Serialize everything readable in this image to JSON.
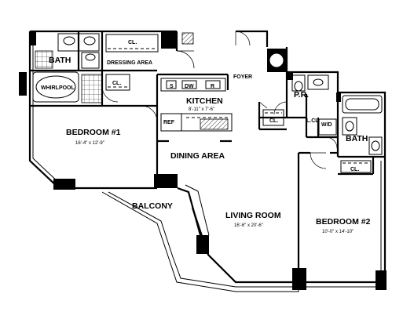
{
  "rooms": {
    "bath1": {
      "label": "BATH"
    },
    "whirlpool": {
      "label": "WHIRLPOOL"
    },
    "dressing": {
      "label": "DRESSING AREA"
    },
    "kitchen": {
      "label": "KITCHEN",
      "dims": "8'-11\" x 7'-6\""
    },
    "foyer": {
      "label": "FOYER"
    },
    "pr": {
      "label": "P.R."
    },
    "bedroom1": {
      "label": "BEDROOM #1",
      "dims": "16'-4\" x 12'-9\""
    },
    "dining": {
      "label": "DINING AREA"
    },
    "balcony": {
      "label": "BALCONY"
    },
    "living": {
      "label": "LIVING ROOM",
      "dims": "16'-6\" x 20'-6\""
    },
    "bedroom2": {
      "label": "BEDROOM #2",
      "dims": "10'-0\" x 14'-10\""
    },
    "bath2": {
      "label": "BATH"
    }
  },
  "fixtures": {
    "closet": "CL.",
    "lcl": "L.CL",
    "wd": "W/D",
    "ref": "REF",
    "dw": "DW",
    "range": "R",
    "sink": "S"
  }
}
